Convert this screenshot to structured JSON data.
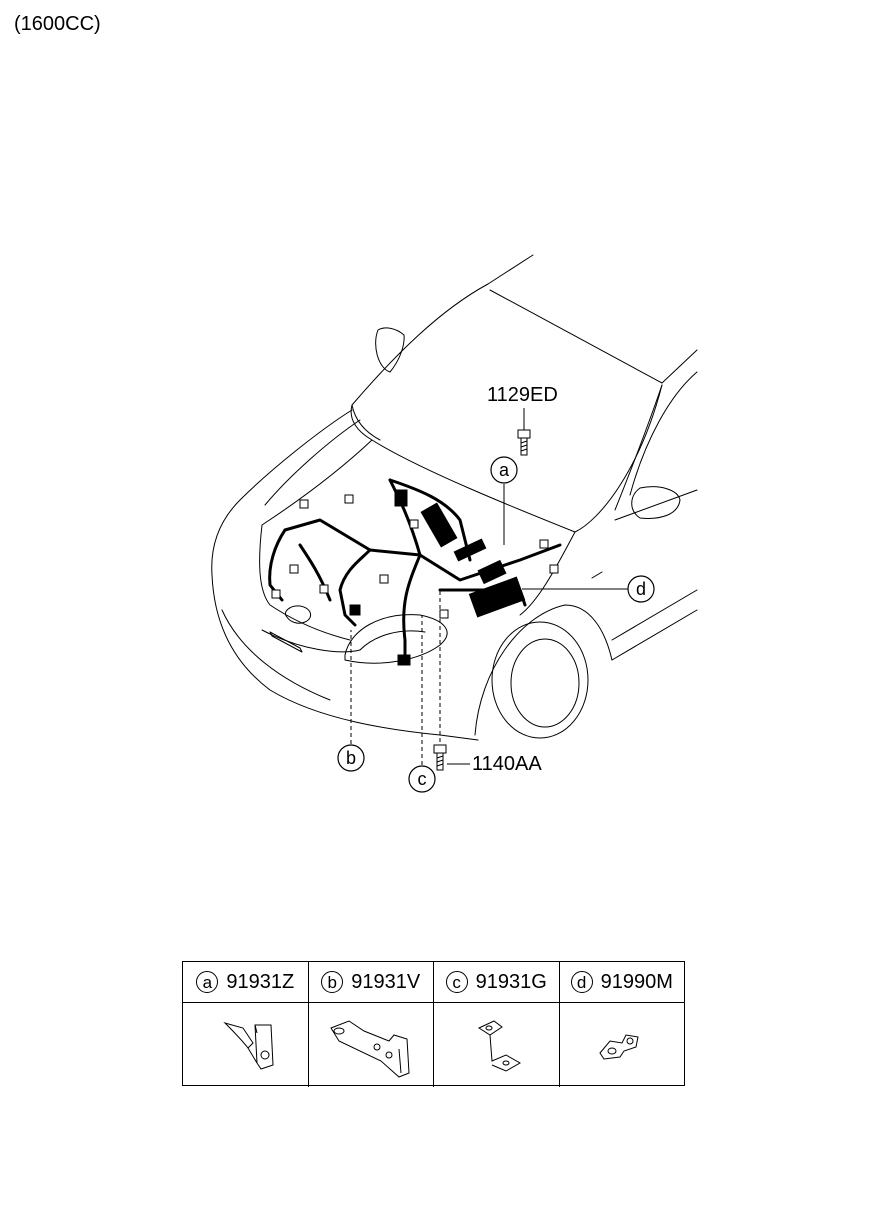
{
  "engine": "(1600CC)",
  "callouts": {
    "bolt_top": "1129ED",
    "bolt_bottom": "1140AA",
    "a": "a",
    "b": "b",
    "c": "c",
    "d": "d"
  },
  "parts": [
    {
      "letter": "a",
      "number": "91931Z"
    },
    {
      "letter": "b",
      "number": "91931V"
    },
    {
      "letter": "c",
      "number": "91931G"
    },
    {
      "letter": "d",
      "number": "91990M"
    }
  ]
}
